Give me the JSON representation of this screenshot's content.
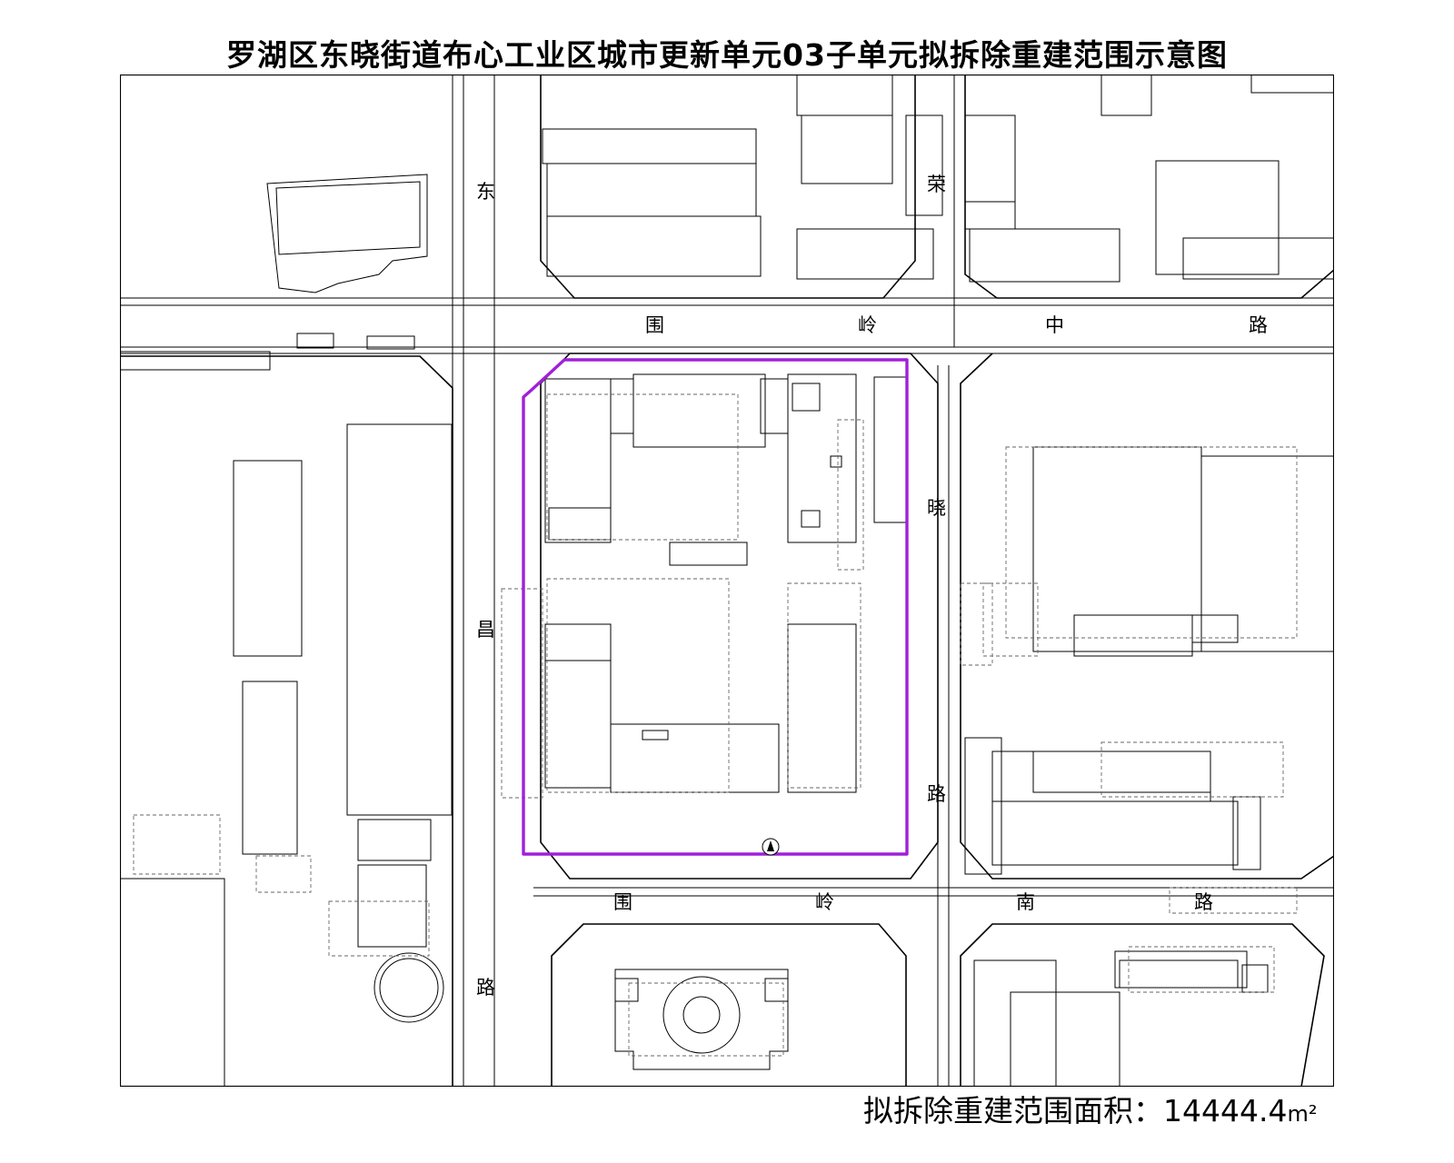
{
  "title": "罗湖区东晓街道布心工业区城市更新单元03子单元拟拆除重建范围示意图",
  "roads": {
    "weiling_zhong": [
      "围",
      "岭",
      "中",
      "路"
    ],
    "weiling_nan_west": [
      "围",
      "岭"
    ],
    "weiling_nan_east": [
      "南",
      "路"
    ],
    "dongchang": [
      "东",
      "昌",
      "路"
    ],
    "dongxiao": [
      "晓",
      "路"
    ],
    "rong": "荣"
  },
  "area_note": {
    "label": "拟拆除重建范围面积：",
    "value": "14444.4",
    "unit": "m²"
  },
  "colors": {
    "boundary": "#a020d8",
    "linework": "#000000",
    "dashed": "#666666",
    "background": "#ffffff"
  },
  "symbols": [
    "compass-marker-icon"
  ]
}
